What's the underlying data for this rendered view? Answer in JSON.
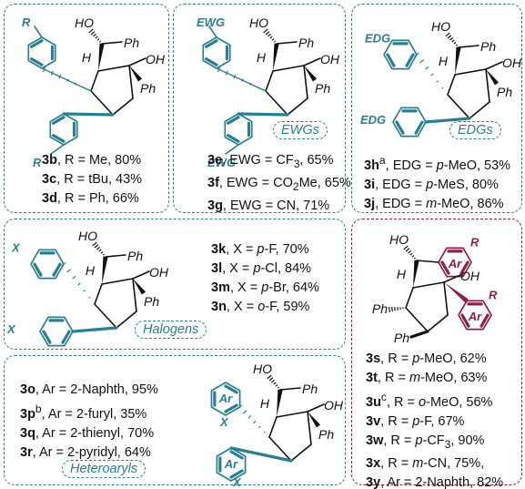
{
  "colors": {
    "teal": "#2a7f8f",
    "maroon": "#8c1f4a"
  },
  "atoms": {
    "ho": "HO",
    "oh": "OH",
    "ph": "Ph",
    "h": "H"
  },
  "panels": {
    "alkyl": {
      "substituent": "R",
      "rows": [
        {
          "cmp": "3b",
          "text": ", R = Me, 80%"
        },
        {
          "cmp": "3c",
          "text": ", R = tBu, 43%"
        },
        {
          "cmp": "3d",
          "text": ", R = Ph, 66%"
        }
      ]
    },
    "ewg": {
      "substituent": "EWG",
      "badge": "EWGs",
      "rows": [
        {
          "cmp": "3e",
          "text": ", EWG = CF",
          "sub": "3",
          "after": ", 65%"
        },
        {
          "cmp": "3f",
          "text": ", EWG = CO",
          "sub": "2",
          "after": "Me, 65%"
        },
        {
          "cmp": "3g",
          "text": ", EWG = CN, 71%"
        }
      ]
    },
    "edg": {
      "substituent": "EDG",
      "badge": "EDGs",
      "rows": [
        {
          "cmp": "3h",
          "sup": "a",
          "text": ", EDG = ",
          "pre": "p",
          "after": "-MeO, 53%"
        },
        {
          "cmp": "3i",
          "text": ", EDG = ",
          "pre": "p",
          "after": "-MeS, 80%"
        },
        {
          "cmp": "3j",
          "text": ", EDG = ",
          "pre": "m",
          "after": "-MeO, 86%"
        }
      ]
    },
    "halogen": {
      "substituent": "X",
      "badge": "Halogens",
      "rows": [
        {
          "cmp": "3k",
          "text": ", X = ",
          "pre": "p",
          "after": "-F, 70%"
        },
        {
          "cmp": "3l",
          "text": ", X = ",
          "pre": "p",
          "after": "-Cl, 84%"
        },
        {
          "cmp": "3m",
          "text": ", X = ",
          "pre": "p",
          "after": "-Br, 64%"
        },
        {
          "cmp": "3n",
          "text": ", X = ",
          "pre": "o",
          "after": "-F, 59%"
        }
      ]
    },
    "heteroaryl": {
      "ring": "Ar",
      "substituent": "X",
      "badge": "Heteroaryls",
      "rows": [
        {
          "cmp": "3o",
          "text": ", Ar = 2-Naphth, 95%"
        },
        {
          "cmp": "3p",
          "sup": "b",
          "text": ", Ar = 2-furyl, 35%"
        },
        {
          "cmp": "3q",
          "text": ", Ar = 2-thienyl, 70%"
        },
        {
          "cmp": "3r",
          "text": ", Ar = 2-pyridyl, 64%"
        }
      ]
    },
    "ketone": {
      "ring": "Ar",
      "substituent": "R",
      "rows": [
        {
          "cmp": "3s",
          "text": ", R = ",
          "pre": "p",
          "after": "-MeO, 62%"
        },
        {
          "cmp": "3t",
          "text": ", R = ",
          "pre": "m",
          "after": "-MeO, 63%"
        },
        {
          "cmp": "3u",
          "sup": "c",
          "text": ", R = ",
          "pre": "o",
          "after": "-MeO, 56%"
        },
        {
          "cmp": "3v",
          "text": ", R = ",
          "pre": "p",
          "after": "-F, 67%"
        },
        {
          "cmp": "3w",
          "text": ", R = ",
          "pre": "p",
          "after": "-CF",
          "sub": "3",
          "after2": ", 90%"
        },
        {
          "cmp": "3x",
          "text": ", R = ",
          "pre": "m",
          "after": "-CN, 75%,"
        },
        {
          "cmp": "3y",
          "text": ", Ar = 2-Naphth, 82%"
        }
      ]
    }
  }
}
